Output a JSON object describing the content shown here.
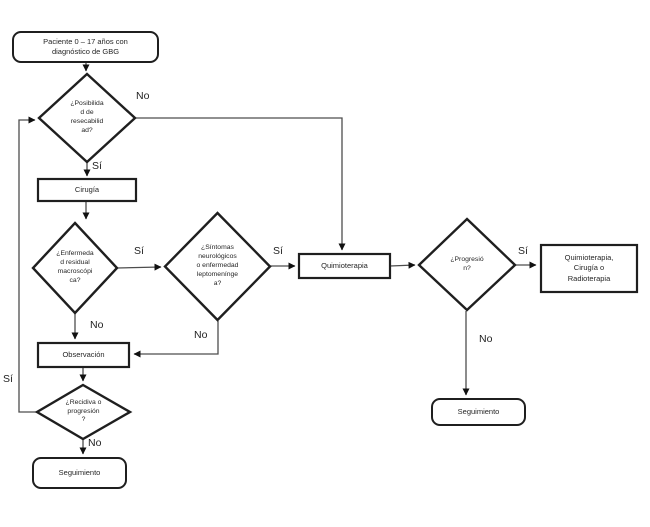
{
  "title": "Algoritmo de decisión clínica",
  "nodes": {
    "start": {
      "label": "Paciente 0 – 17 años con\ndiagnóstico de GBG"
    },
    "resecabilidad": {
      "label": "¿Posibilida\nd de\nresecabilid\nad?"
    },
    "cirugia": {
      "label": "Cirugía"
    },
    "residual": {
      "label": "¿Enfermeda\nd residual\nmacroscópi\nca?"
    },
    "sintomas": {
      "label": "¿Síntomas\nneurológicos\no enfermedad\nleptomenínge\na?"
    },
    "quimioterapia": {
      "label": "Quimioterapia"
    },
    "progresion": {
      "label": "¿Progresió\nn?"
    },
    "quimio_cirugia_radio": {
      "label": "Quimioterapia,\nCirugía o\nRadioterapia"
    },
    "observacion": {
      "label": "Observación"
    },
    "recidiva": {
      "label": "¿Recidiva o\nprogresión\n?"
    },
    "seguimiento_izq": {
      "label": "Seguimiento"
    },
    "seguimiento_der": {
      "label": "Seguimiento"
    }
  },
  "labels": {
    "no_resecabilidad": "No",
    "si_resecabilidad": "Sí",
    "si_residual": "Sí",
    "no_residual": "No",
    "si_sintomas": "Sí",
    "no_sintomas": "No",
    "si_progresion": "Sí",
    "no_progresion": "No",
    "si_recidiva": "Sí",
    "no_recidiva": "No"
  },
  "colors": {
    "background": "#ffffff",
    "shape_border": "#1f1f1f",
    "connector": "#4d4d4d",
    "text": "#262626"
  }
}
